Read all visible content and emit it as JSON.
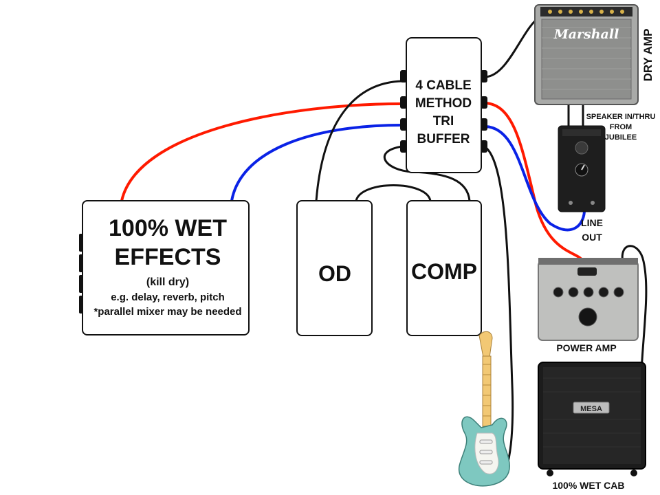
{
  "colors": {
    "cable_black": "#111111",
    "cable_red": "#ff1a00",
    "cable_blue": "#0a22e6",
    "amp_silver": "#a9aaa8",
    "cab_black": "#1c1c1c",
    "guitar_body": "#7ec8c0",
    "guitar_neck": "#f2c874"
  },
  "buffer": {
    "line1": "4 CABLE",
    "line2": "METHOD",
    "line3": "TRI",
    "line4": "BUFFER"
  },
  "wet_effects": {
    "title1": "100% WET",
    "title2": "EFFECTS",
    "note1": "(kill dry)",
    "note2": "e.g. delay, reverb, pitch",
    "note3": "*parallel mixer may be needed"
  },
  "od": {
    "label": "OD"
  },
  "comp": {
    "label": "COMP"
  },
  "dry_amp": {
    "label": "DRY AMP",
    "brand": "Marshall"
  },
  "jubilee_box": {
    "label1": "SPEAKER IN/THRU",
    "label2": "FROM",
    "label3": "JUBILEE"
  },
  "line_out": {
    "label1": "LINE",
    "label2": "OUT"
  },
  "power_amp": {
    "label": "POWER AMP"
  },
  "wet_cab": {
    "label": "100% WET CAB",
    "brand": "MESA"
  }
}
